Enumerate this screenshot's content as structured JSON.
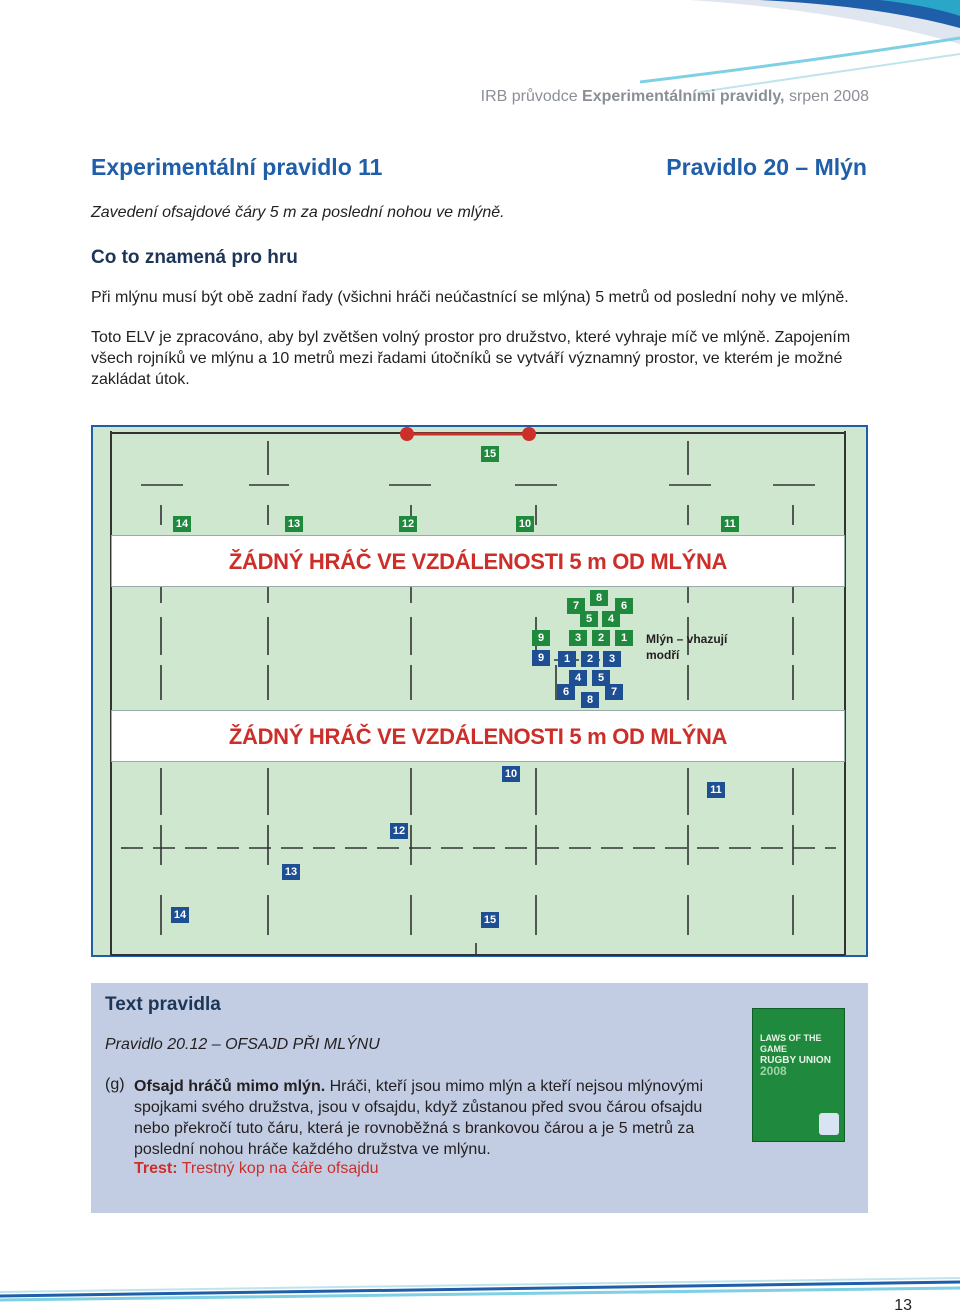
{
  "header": {
    "caption_pre": "IRB průvodce",
    "caption_bold": "Experimentálními pravidly,",
    "caption_post": "srpen 2008"
  },
  "titles": {
    "rule": "Experimentální pravidlo 11",
    "law": "Pravidlo 20 – Mlýn"
  },
  "subtitle": "Zavedení ofsajdové čáry 5 m za poslední nohou ve mlýně.",
  "section_heading": "Co to znamená pro hru",
  "paragraphs": [
    "Při mlýnu musí být obě zadní řady (všichni hráči neúčastnící se mlýna) 5 metrů od poslední nohy ve mlýně.",
    "Toto ELV je zpracováno, aby byl zvětšen volný prostor pro družstvo, které vyhraje míč ve mlýně. Zapojením všech rojníků ve mlýnu a 10 metrů mezi řadami útočníků se vytváří významný prostor, ve kterém je možné zakládat útok."
  ],
  "diagram": {
    "no_player_zone_text": "ŽÁDNÝ HRÁČ VE VZDÁLENOSTI 5 m OD MLÝNA",
    "scrum_label": "Mlýn – vhazují modří",
    "green_backs": [
      "15",
      "14",
      "13",
      "12",
      "10",
      "11"
    ],
    "blue_backs": [
      "10",
      "11",
      "12",
      "13",
      "14",
      "15"
    ],
    "green_scrum": [
      "8",
      "7",
      "6",
      "5",
      "4",
      "9",
      "3",
      "2",
      "1"
    ],
    "blue_scrum": [
      "9",
      "1",
      "2",
      "3",
      "4",
      "5",
      "6",
      "7",
      "8"
    ],
    "colors": {
      "green_team": "#1f8a3e",
      "blue_team": "#1e4f93",
      "warning": "#cc2f2a",
      "pitch": "#cfe6cf"
    }
  },
  "law_box": {
    "heading": "Text pravidla",
    "reference": "Pravidlo 20.12 – OFSAJD PŘI MLÝNU",
    "item_label": "(g)",
    "item_title": "Ofsajd hráčů mimo mlýn.",
    "item_text": "Hráči, kteří jsou mimo mlýn a kteří nejsou mlýnovými spojkami svého družstva, jsou v ofsajdu, když zůstanou před svou čárou ofsajdu nebo překročí tuto čáru, která je rovnoběžná s brankovou čárou a je 5 metrů za poslední nohou hráče každého družstva ve mlýnu.",
    "penalty_label": "Trest:",
    "penalty_text": "Trestný kop na čáře ofsajdu",
    "book_cover": [
      "LAWS OF THE GAME",
      "RUGBY UNION",
      "2008"
    ]
  },
  "page_number": "13"
}
